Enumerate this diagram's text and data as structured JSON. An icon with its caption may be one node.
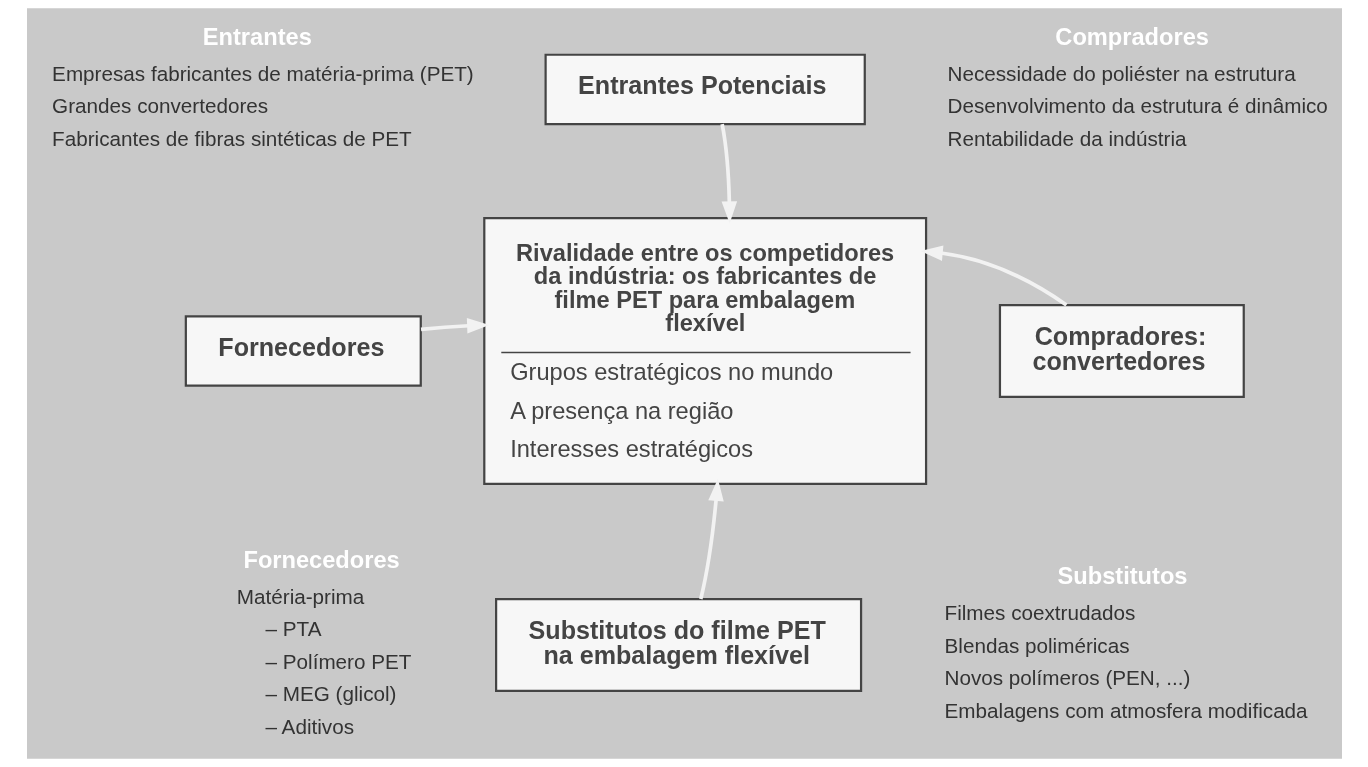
{
  "diagram": {
    "nodes": [
      {
        "text": [
          "Entrantes Potenciais"
        ]
      },
      {
        "text": [
          "Rivalidade entre os competidores da indústria: os fabricantes de filme PET para embalagem flexível",
          "Grupos estratégicos no mundo",
          "A presença na região",
          "Interesses estratégicos"
        ]
      },
      {
        "text": [
          "Fornecedores"
        ]
      },
      {
        "text": [
          "Compradores: convertedores"
        ]
      },
      {
        "text": [
          "Substitutos do filme PET na embalagem flexível"
        ]
      }
    ],
    "edges": [
      {
        "from": 0,
        "to": 1,
        "arrow": "to"
      },
      {
        "from": 2,
        "to": 1,
        "arrow": "to"
      },
      {
        "from": 3,
        "to": 1,
        "arrow": "to"
      },
      {
        "from": 4,
        "to": 1,
        "arrow": "to"
      }
    ],
    "labels": [
      "Entrantes",
      "Empresas fabricantes de matéria-prima (PET)",
      "Grandes convertedores",
      "Fabricantes de fibras sintéticas de PET",
      "Compradores",
      "Necessidade do poliéster na estrutura",
      "Desenvolvimento da estrutura é dinâmico",
      "Rentabilidade da indústria",
      "Fornecedores",
      "Matéria-prima",
      "– PTA",
      "– Polímero PET",
      "– MEG (glicol)",
      "– Aditivos",
      "Substitutos",
      "Filmes coextrudados",
      "Blendas poliméricas",
      "Novos polímeros (PEN, ...)",
      "Embalagens com atmosfera modificada"
    ]
  }
}
